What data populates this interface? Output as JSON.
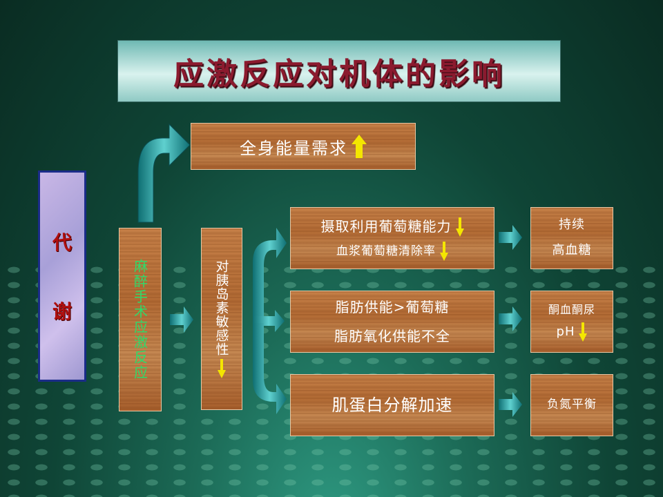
{
  "title": "应激反应对机体的影响",
  "left_panel": {
    "chars": [
      "代",
      "谢"
    ]
  },
  "trigger": {
    "text": "麻醉手术应激反应",
    "color": "#2ddc6a"
  },
  "insulin": {
    "text": "对胰岛素敏感性",
    "trend": "down"
  },
  "energy": {
    "text": "全身能量需求",
    "trend": "up"
  },
  "glucose": {
    "line1": "摄取利用葡萄糖能力",
    "line2": "血浆葡萄糖清除率",
    "result_line1": "持续",
    "result_line2": "高血糖"
  },
  "fat": {
    "line1": "脂肪供能>葡萄糖",
    "line2": "脂肪氧化供能不全",
    "result_line1": "酮血酮尿",
    "result_line2": "pH"
  },
  "protein": {
    "line1": "肌蛋白分解加速",
    "result_line1": "负氮平衡"
  },
  "colors": {
    "arrow": "#1d8b8e",
    "trend_arrow": "#f4e600",
    "title": "#8b1a2e"
  }
}
